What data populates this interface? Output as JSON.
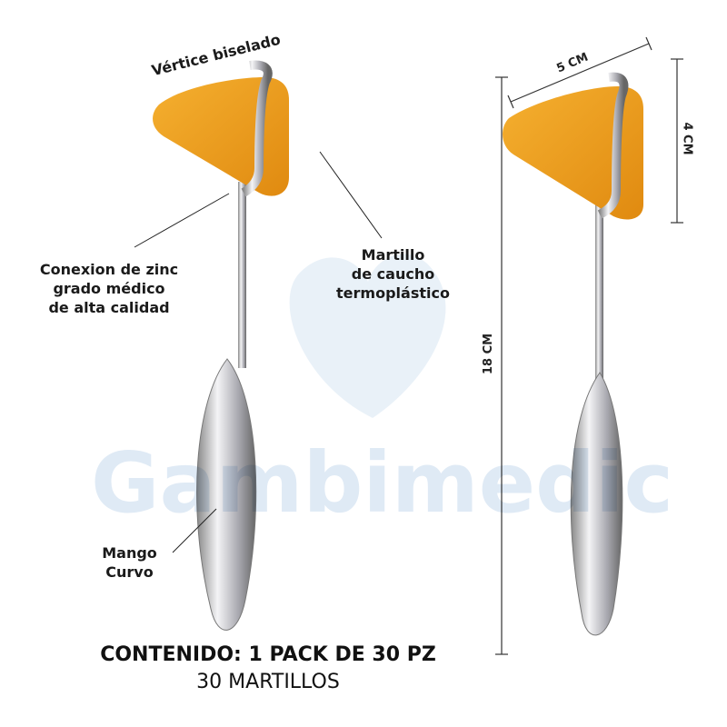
{
  "watermark": "Gambimedic",
  "labels": {
    "vertex": "Vértice biselado",
    "connection": [
      "Conexion de zinc",
      "grado médico",
      "de alta calidad"
    ],
    "hammer": [
      "Martillo",
      "de caucho",
      "termoplástico"
    ],
    "handle": [
      "Mango",
      "Curvo"
    ]
  },
  "dimensions": {
    "width": "5 CM",
    "height": "4 CM",
    "length": "18 CM"
  },
  "footer": {
    "content": "CONTENIDO: 1 PACK DE 30 PZ",
    "count": "30 MARTILLOS"
  },
  "colors": {
    "rubber": "#f0a020",
    "metal": "#c8c8cc",
    "watermark": "#dfeaf5"
  }
}
